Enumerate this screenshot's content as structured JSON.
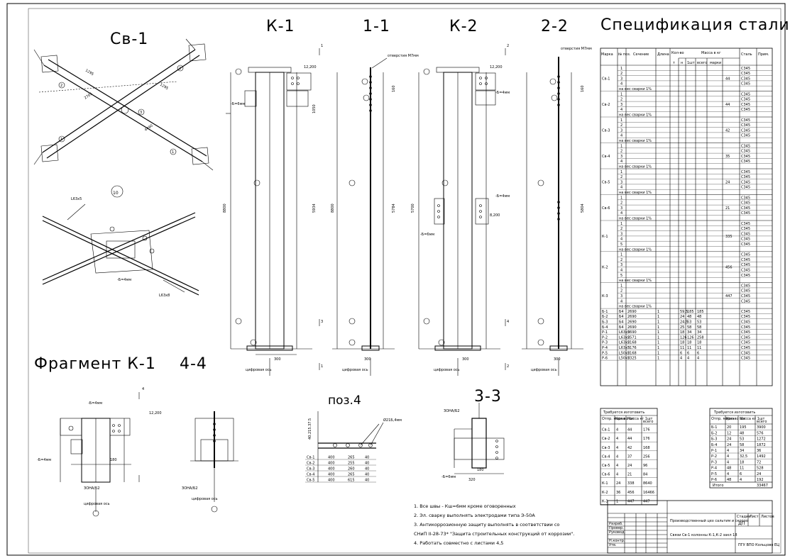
{
  "titles": {
    "sv1": "Св-1",
    "k1": "К-1",
    "s11": "1-1",
    "k2": "К-2",
    "s22": "2-2",
    "spec": "Спецификация стали",
    "fragment": "Фрагмент К-1",
    "s44": "4-4",
    "poz4": "поз.4",
    "s33": "3-3",
    "node10": "10"
  },
  "labels": {
    "elev_top": "12,200",
    "elev_mid": "8,200",
    "weld_6": "-Б=6мм",
    "weld_4": "-Б=4мм",
    "hole_m": "отверстия М7мм",
    "base": "ЗОНА/Б2",
    "axis": "цифровая ось",
    "dim_300": "300",
    "dim_320": "320",
    "dim_180": "180",
    "angle_1": "L63х5",
    "angle_2": "L63х8",
    "mark_3": "3",
    "mark_4": "4",
    "mark_1": "1",
    "mark_2": "2"
  },
  "spec": {
    "headers": [
      "Марка",
      "№ поз.",
      "Сечение",
      "Длина",
      "Кол-во",
      "Масса в кг",
      "Сталь",
      "Прим."
    ],
    "sub_headers": [
      "т",
      "н",
      "1шт",
      "всего",
      "марки"
    ],
    "marks": [
      "Св-1",
      "Св-2",
      "Св-3",
      "Св-4",
      "Св-5",
      "Св-6",
      "К-1",
      "К-2",
      "К-3"
    ],
    "mark_masses": [
      "44",
      "44",
      "42",
      "35",
      "24",
      "21",
      "335",
      "456",
      "447"
    ],
    "subtotal_label": "на вес сварки 1%",
    "beam_rows": [
      [
        "Б-1",
        "Б4",
        "2690",
        "1",
        "",
        "59,5",
        "185",
        "185",
        "С345"
      ],
      [
        "Б-2",
        "Б4",
        "2690",
        "1",
        "",
        "24",
        "48",
        "48",
        "С345"
      ],
      [
        "Б-3",
        "Б4",
        "2690",
        "1",
        "",
        "24,5",
        "53",
        "53",
        "С345"
      ],
      [
        "Б-4",
        "Б4",
        "2690",
        "1",
        "",
        "25",
        "58",
        "58",
        "С345"
      ],
      [
        "Р-1",
        "L63х5",
        "2690",
        "1",
        "",
        "18",
        "34",
        "34",
        "С345"
      ],
      [
        "Р-2",
        "L63х5",
        "2571",
        "1",
        "",
        "126",
        "126",
        "258",
        "С345"
      ],
      [
        "Р-3",
        "L63х5",
        "2168",
        "1",
        "",
        "18",
        "18",
        "18",
        "С345"
      ],
      [
        "Р-4",
        "L63х5",
        "3176",
        "1",
        "",
        "11",
        "11",
        "11",
        "С345"
      ],
      [
        "Р-5",
        "L50х5",
        "2168",
        "1",
        "",
        "6",
        "6",
        "6",
        "С345"
      ],
      [
        "Р-6",
        "L50х5",
        "2325",
        "1",
        "",
        "4",
        "4",
        "4",
        "С345"
      ]
    ],
    "steel": "С345"
  },
  "need1": {
    "title": "Требуется изготовить",
    "headers": [
      "Отпр. марка",
      "Кол-во шт",
      "Масса кг 1шт",
      "всего"
    ],
    "rows": [
      [
        "Св-1",
        "4",
        "44",
        "176"
      ],
      [
        "Св-2",
        "4",
        "44",
        "176"
      ],
      [
        "Св-3",
        "4",
        "42",
        "168"
      ],
      [
        "Св-4",
        "4",
        "37",
        "256"
      ],
      [
        "Св-5",
        "4",
        "24",
        "96"
      ],
      [
        "Св-6",
        "4",
        "21",
        "84"
      ],
      [
        "К-1",
        "24",
        "338",
        "8640"
      ],
      [
        "К-2",
        "36",
        "456",
        "16466"
      ],
      [
        "К-3",
        "1",
        "447",
        "447"
      ]
    ]
  },
  "need2": {
    "title": "Требуется изготовить",
    "headers": [
      "Отпр. марка",
      "Кол-во шт",
      "Масса кг 1шт",
      "всего"
    ],
    "rows": [
      [
        "Б-1",
        "20",
        "195",
        "3900"
      ],
      [
        "Б-2",
        "12",
        "48",
        "576"
      ],
      [
        "Б-3",
        "24",
        "53",
        "1272"
      ],
      [
        "Б-4",
        "24",
        "58",
        "1872"
      ],
      [
        "Р-1",
        "4",
        "34",
        "36"
      ],
      [
        "Р-2",
        "4",
        "32,5",
        "1492"
      ],
      [
        "Р-3",
        "4",
        "18",
        "72"
      ],
      [
        "Р-4",
        "48",
        "11",
        "528"
      ],
      [
        "Р-5",
        "4",
        "6",
        "24"
      ],
      [
        "Р-6",
        "48",
        "4",
        "192"
      ]
    ],
    "total_label": "Итого",
    "total": "33467"
  },
  "notes": [
    "1. Все швы - Кш=6мм кроме оговоренных",
    "2. Эл. сварку выполнять электродами типа Э-50А",
    "3. Антикоррозионную защиту выполнять в соответствии со",
    "СНиП II-28-73* \"Защита строительных конструкций от коррозии\".",
    "4. Работать совместно с листами 4,5"
  ],
  "stamp": {
    "project": "Производственный цех сальтим и скорро",
    "sheet_title": "Связи Св-1 колонны К-1,К-2 закл 18",
    "stage_label": "Стадия",
    "stage": "ДП",
    "sheet_label": "Лист",
    "sheets_label": "Листов",
    "org": "ПГУ ВПО Кольцово ЕЦ",
    "roles": [
      "Разраб.",
      "Провер.",
      "Руковод.",
      "Н.контр.",
      "Утв."
    ]
  },
  "poz4_table": {
    "rows": [
      [
        "Св-1",
        "400",
        "265",
        "40"
      ],
      [
        "Св-2",
        "400",
        "255",
        "40"
      ],
      [
        "Св-3",
        "400",
        "260",
        "40"
      ],
      [
        "Св-4",
        "400",
        "265",
        "40"
      ],
      [
        "Св-5",
        "400",
        "615",
        "40"
      ]
    ]
  }
}
